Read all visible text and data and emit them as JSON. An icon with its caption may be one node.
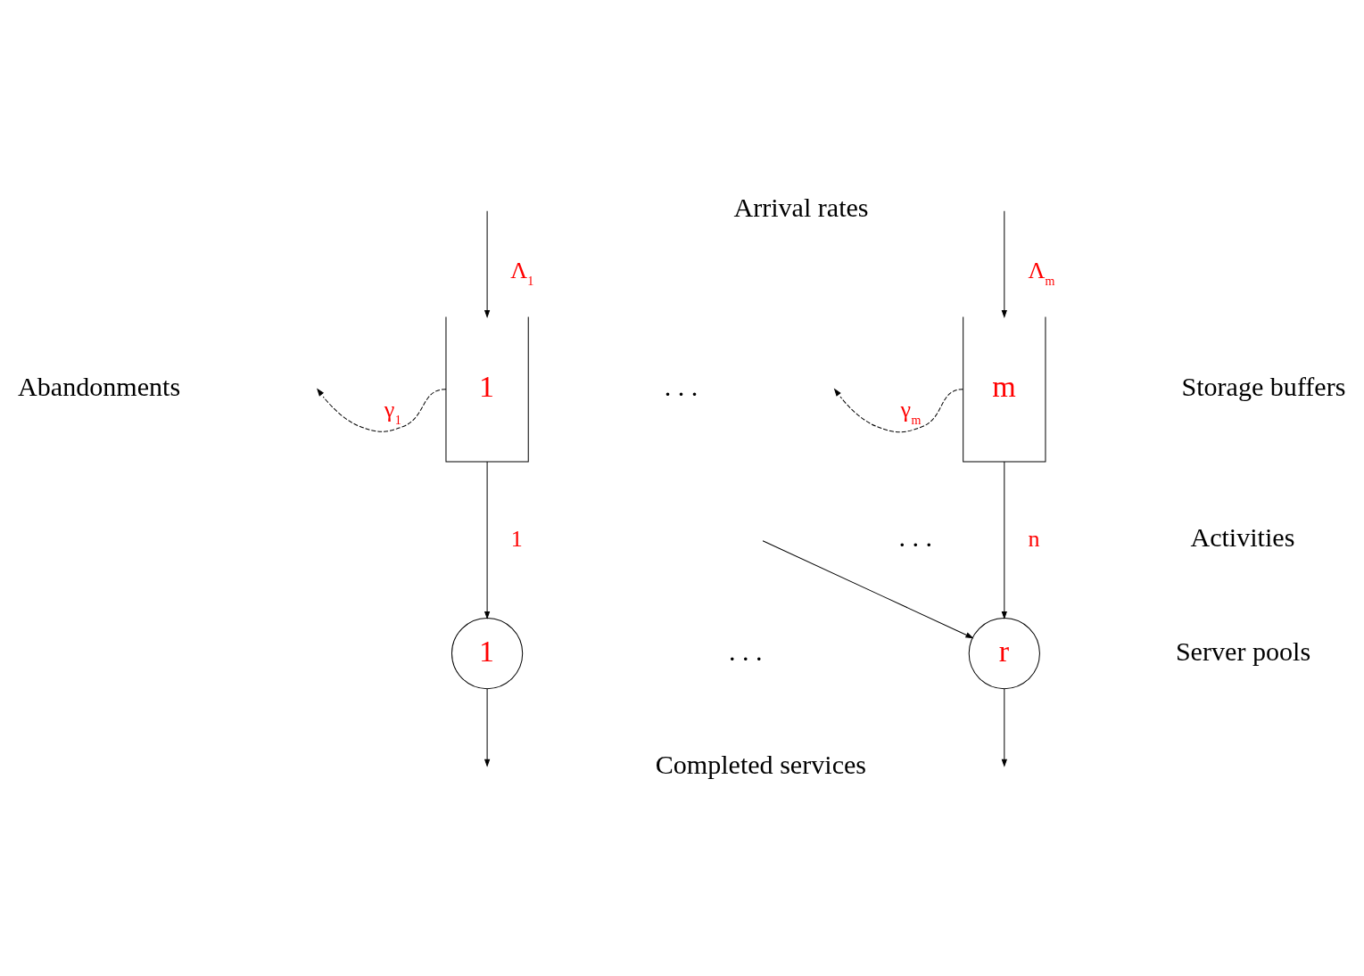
{
  "diagram": {
    "nodes": [
      {
        "text": [
          "1"
        ]
      },
      {
        "text": [
          "m"
        ]
      },
      {
        "text": [
          "1"
        ]
      },
      {
        "text": [
          "r"
        ]
      }
    ],
    "edges": [
      {
        "from": 0,
        "to": null,
        "arrow": "to",
        "label": "γ$_{1}$",
        "style": "dashed"
      },
      {
        "from": 1,
        "to": null,
        "arrow": "to",
        "label": "γ$_{m}$",
        "style": "dashed"
      },
      {
        "from": null,
        "to": 0,
        "arrow": "to",
        "label": "Λ$_{1}$"
      },
      {
        "from": null,
        "to": 1,
        "arrow": "to",
        "label": "Λ$_{m}$"
      },
      {
        "from": 0,
        "to": 2,
        "arrow": "to",
        "label": "1"
      },
      {
        "from": null,
        "to": 3,
        "arrow": "to"
      },
      {
        "from": 1,
        "to": 3,
        "arrow": "to",
        "label": "n"
      },
      {
        "from": 2,
        "to": null,
        "arrow": "to"
      },
      {
        "from": 3,
        "to": null,
        "arrow": "to"
      }
    ],
    "labels": [
      "Arrival rates",
      ". . .",
      "Abandonments",
      "Storage buffers",
      ". . .",
      "Activities",
      ". . .",
      "Server pools",
      "Completed services"
    ]
  }
}
